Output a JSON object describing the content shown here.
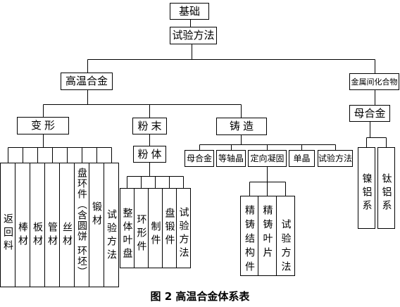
{
  "root": {
    "label": "基础"
  },
  "method": {
    "label": "试验方法"
  },
  "superalloy": {
    "label": "高温合金",
    "wrought": {
      "label": "变形",
      "items": [
        "返回料",
        "棒材",
        "板材",
        "管材",
        "丝材",
        "盘环件（含圆饼 环坯）",
        "锻材",
        "试验方法"
      ]
    },
    "powder": {
      "label": "粉末",
      "sub": {
        "label": "粉体",
        "items": [
          "整体叶盘",
          "环形件",
          "制件",
          "盘锻件",
          "试验方法"
        ]
      }
    },
    "cast": {
      "label": "铸造",
      "items": [
        "母合金",
        "等轴晶",
        "定向凝固",
        "单晶",
        "试验方法"
      ],
      "directional": {
        "items": [
          "精铸结构件",
          "精铸叶片",
          "试验方法"
        ]
      }
    }
  },
  "intermetallic": {
    "label": "金属间化合物",
    "master": {
      "label": "母合金",
      "items": [
        "镍铝系",
        "钛铝系"
      ]
    }
  },
  "caption": "图 2 高温合金体系表"
}
